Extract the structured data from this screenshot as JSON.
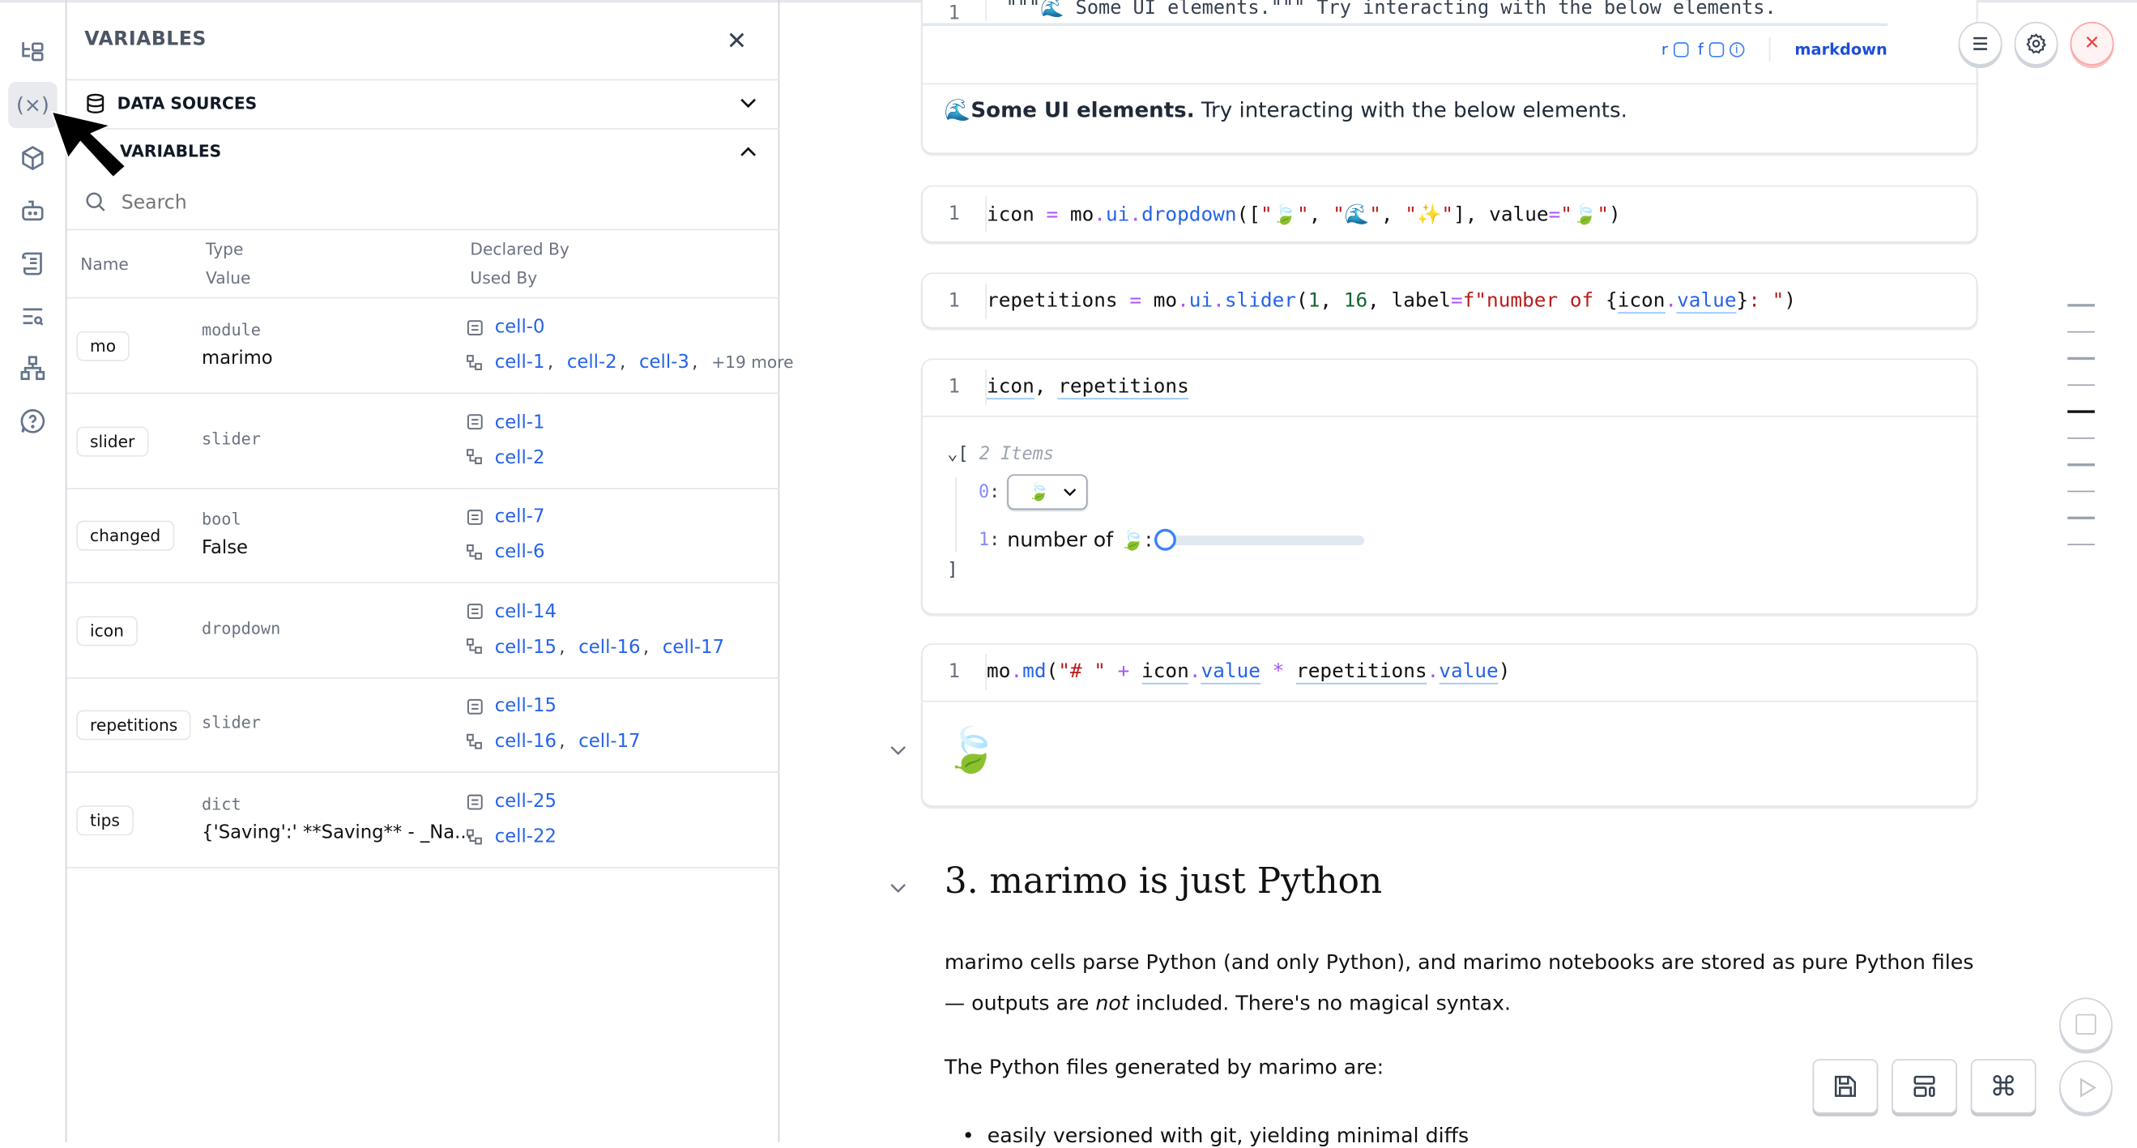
{
  "panel": {
    "title": "VARIABLES",
    "data_sources_label": "DATA SOURCES",
    "variables_label": "VARIABLES",
    "search_placeholder": "Search",
    "columns": {
      "name": "Name",
      "type": "Type",
      "value": "Value",
      "declared_by": "Declared By",
      "used_by": "Used By"
    },
    "rows": [
      {
        "name": "mo",
        "type": "module",
        "value": "marimo",
        "declared_by": "cell-0",
        "used_by": [
          "cell-1",
          "cell-2",
          "cell-3"
        ],
        "more": "+19 more"
      },
      {
        "name": "slider",
        "type": "slider",
        "value": "",
        "declared_by": "cell-1",
        "used_by": [
          "cell-2"
        ]
      },
      {
        "name": "changed",
        "type": "bool",
        "value": "False",
        "declared_by": "cell-7",
        "used_by": [
          "cell-6"
        ]
      },
      {
        "name": "icon",
        "type": "dropdown",
        "value": "",
        "declared_by": "cell-14",
        "used_by": [
          "cell-15",
          "cell-16",
          "cell-17"
        ]
      },
      {
        "name": "repetitions",
        "type": "slider",
        "value": "",
        "declared_by": "cell-15",
        "used_by": [
          "cell-16",
          "cell-17"
        ]
      },
      {
        "name": "tips",
        "type": "dict",
        "value": "{'Saving':' **Saving** - _Na...",
        "declared_by": "cell-25",
        "used_by": [
          "cell-22"
        ]
      }
    ]
  },
  "notebook": {
    "cell1": {
      "code_partial": "\"\"\"🌊 Some UI elements.\"\"\" Try interacting with the below elements.",
      "toolbar": {
        "r": "r",
        "f": "f",
        "lang": "markdown"
      },
      "output_bold": "Some UI elements.",
      "output_rest": " Try interacting with the below elements.",
      "output_emoji": "🌊"
    },
    "cell2": {
      "line": "1"
    },
    "cell3": {
      "line": "1"
    },
    "cell4": {
      "line": "1",
      "items_label": "2 Items",
      "idx0": "0",
      "idx1": "1",
      "dropdown_value": "🍃",
      "slider_label": "number of 🍃",
      "slider_min": 1,
      "slider_max": 16,
      "slider_value": 1
    },
    "cell5": {
      "line": "1",
      "output": "🍃"
    },
    "heading": "3. marimo is just Python",
    "para1_a": "marimo cells parse Python (and only Python), and marimo notebooks are stored as pure Python files",
    "para1_b1": "— outputs are ",
    "para1_em": "not",
    "para1_b2": " included. There's no magical syntax.",
    "para2": "The Python files generated by marimo are:",
    "bullet1": "easily versioned with git, yielding minimal diffs"
  },
  "colors": {
    "accent": "#2563eb",
    "close": "#ef4444"
  }
}
